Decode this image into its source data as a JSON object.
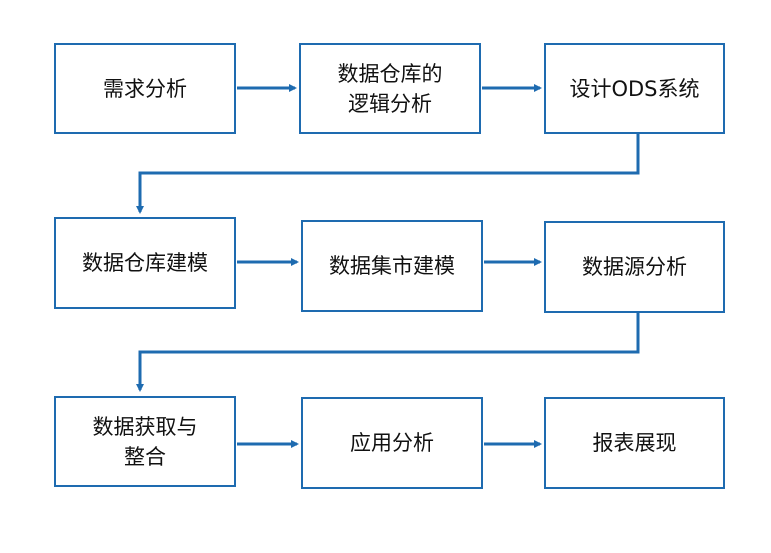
{
  "diagram": {
    "line_color": "#1e6bb0",
    "steps": [
      {
        "id": "requirements",
        "label": "需求分析"
      },
      {
        "id": "logical-analysis",
        "label": "数据仓库的\n逻辑分析"
      },
      {
        "id": "ods-design",
        "label": "设计ODS系统"
      },
      {
        "id": "dw-modeling",
        "label": "数据仓库建模"
      },
      {
        "id": "mart-modeling",
        "label": "数据集市建模"
      },
      {
        "id": "source-analysis",
        "label": "数据源分析"
      },
      {
        "id": "acquisition",
        "label": "数据获取与\n整合"
      },
      {
        "id": "app-analysis",
        "label": "应用分析"
      },
      {
        "id": "reporting",
        "label": "报表展现"
      }
    ]
  }
}
